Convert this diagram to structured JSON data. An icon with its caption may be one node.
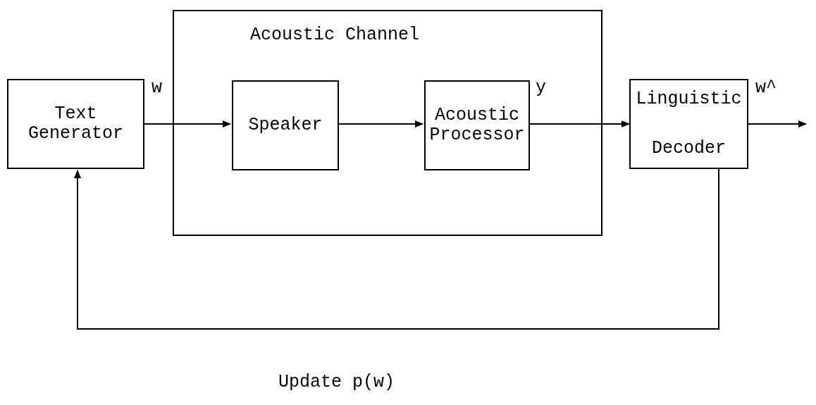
{
  "diagram": {
    "nodes": [
      {
        "text": [
          "Text Generator"
        ]
      },
      {
        "text": [
          "Acoustic Channel"
        ]
      },
      {
        "text": [
          "Speaker"
        ],
        "in": 1
      },
      {
        "text": [
          "Acoustic Processor"
        ],
        "in": 1
      },
      {
        "text": [
          "Linguistic Decoder"
        ]
      }
    ],
    "edges": [
      {
        "from": 0,
        "to": 2,
        "arrow": "to",
        "label": "w"
      },
      {
        "from": 2,
        "to": 3,
        "arrow": "to"
      },
      {
        "from": 3,
        "to": 4,
        "arrow": "to",
        "label": "y"
      },
      {
        "from": 4,
        "to": null,
        "arrow": "to",
        "label": "w^"
      },
      {
        "from": 4,
        "to": 0,
        "arrow": "to"
      }
    ],
    "labels": [
      "Update p(w)"
    ]
  }
}
